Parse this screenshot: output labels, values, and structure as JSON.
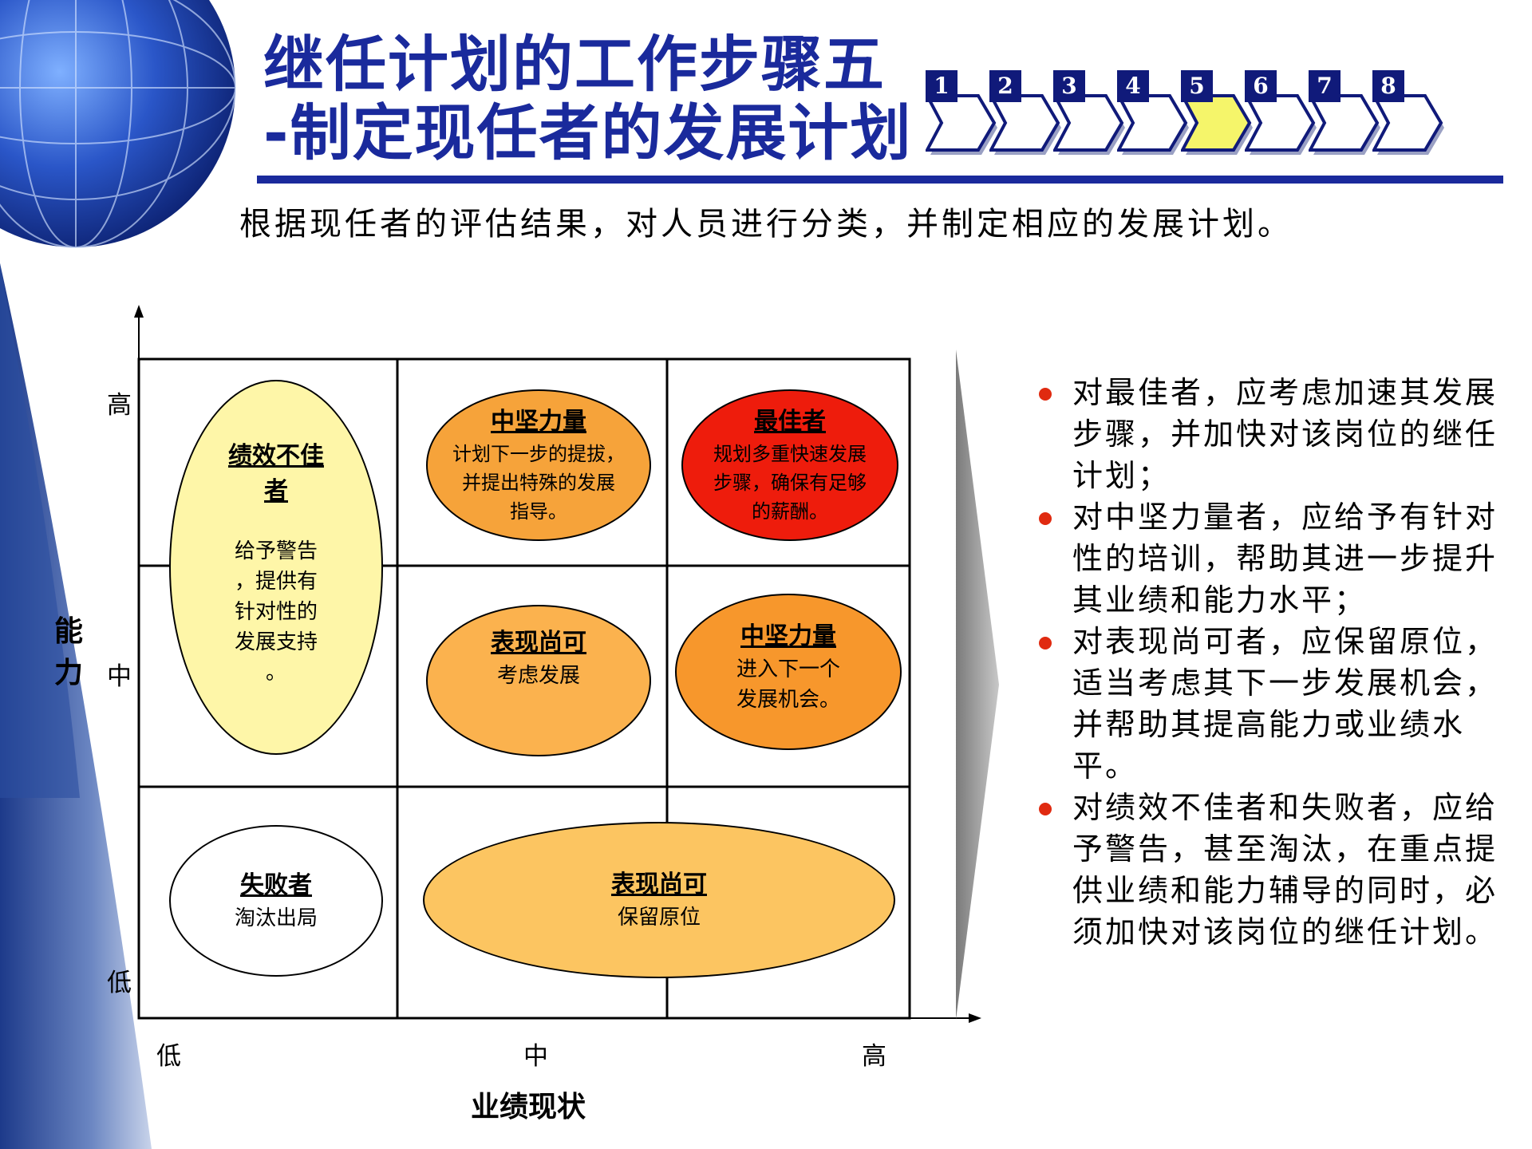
{
  "title": {
    "line1": "继任计划的工作步骤五",
    "line2": "-制定现任者的发展计划"
  },
  "steps": {
    "labels": [
      "1",
      "2",
      "3",
      "4",
      "5",
      "6",
      "7",
      "8"
    ],
    "current": 5,
    "current_color": "#f5f56a"
  },
  "subtitle": "根据现任者的评估结果，对人员进行分类，并制定相应的发展计划。",
  "axes": {
    "y_title": "能力",
    "y_ticks": [
      "高",
      "中",
      "低"
    ],
    "x_title": "业绩现状",
    "x_ticks": [
      "低",
      "中",
      "高"
    ]
  },
  "cells": {
    "poor_performer": {
      "title": "绩效不佳者",
      "desc": "给予警告\n，提供有\n针对性的\n发展支持\n。",
      "color": "#fef6a8"
    },
    "core_top": {
      "title": "中坚力量",
      "desc": "计划下一步的提拔，\n并提出特殊的发展\n指导。",
      "color": "#f6a33a"
    },
    "best": {
      "title": "最佳者",
      "desc": "规划多重快速发展\n步骤，确保有足够\n的薪酬。",
      "color": "#ee1c0c"
    },
    "acceptable_mid": {
      "title": "表现尚可",
      "desc": "考虑发展",
      "color": "#fbb24e"
    },
    "core_right": {
      "title": "中坚力量",
      "desc": "进入下一个\n发展机会。",
      "color": "#f7972c"
    },
    "failure": {
      "title": "失败者",
      "desc": "淘汰出局",
      "color": "#ffffff"
    },
    "acceptable_low": {
      "title": "表现尚可",
      "desc": "保留原位",
      "color": "#fcc561"
    }
  },
  "bullets": [
    "对最佳者，应考虑加速其发展步骤，并加快对该岗位的继任计划；",
    "对中坚力量者，应给予有针对性的培训，帮助其进一步提升其业绩和能力水平；",
    "对表现尚可者，应保留原位，适当考虑其下一步发展机会，并帮助其提高能力或业绩水平。",
    "对绩效不佳者和失败者，应给予警告，甚至淘汰，在重点提供业绩和能力辅导的同时，必须加快对该岗位的继任计划。"
  ],
  "colors": {
    "title_blue": "#1a2a9c",
    "bullet_red": "#e02a10"
  }
}
